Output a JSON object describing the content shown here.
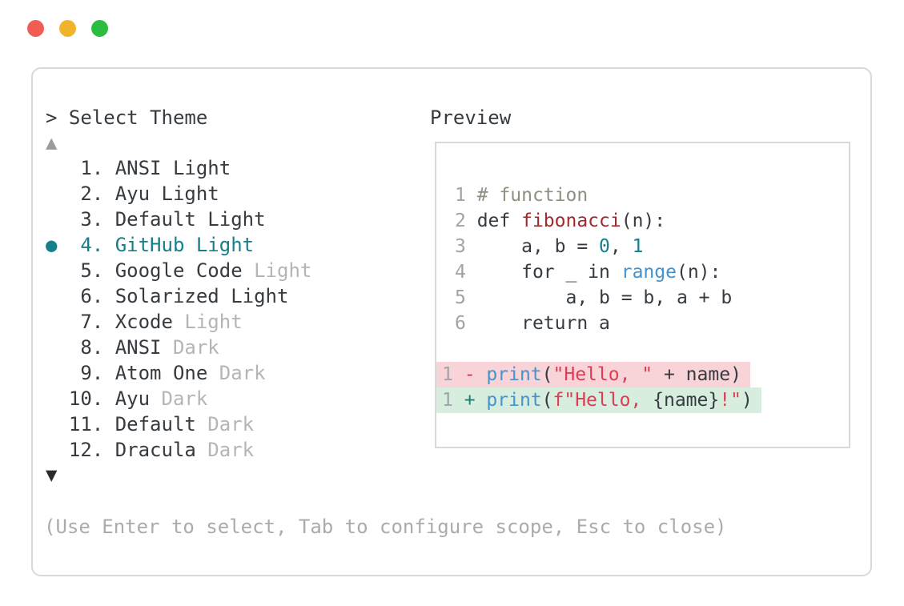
{
  "colors": {
    "text": "#363b41",
    "dimmed_variant": "#b5b5b5",
    "accent_teal": "#15808a",
    "border": "#d9d9d9",
    "hint": "#ababab",
    "line_number": "#a0a4a8",
    "comment": "#8d9080",
    "function_name": "#a3282c",
    "number_literal": "#13808b",
    "builtin_blue": "#4593cd",
    "string_red": "#dc3d55",
    "diff_minus": "#cf3a4e",
    "diff_plus": "#187f73",
    "diff_removed_bg": "#f8d3d7",
    "diff_added_bg": "#d7edde"
  },
  "window": {
    "controls": [
      {
        "name": "close",
        "color": "#f15c53"
      },
      {
        "name": "minimize",
        "color": "#f2b32c"
      },
      {
        "name": "maximize",
        "color": "#2abd3f"
      }
    ]
  },
  "theme_picker": {
    "prompt": "> Select Theme",
    "scroll_up": "▲",
    "scroll_down": "▼",
    "bullet": "●",
    "items": [
      {
        "number": "1",
        "name": "ANSI",
        "variant": "Light",
        "dimmed": false,
        "selected": false
      },
      {
        "number": "2",
        "name": "Ayu",
        "variant": "Light",
        "dimmed": false,
        "selected": false
      },
      {
        "number": "3",
        "name": "Default",
        "variant": "Light",
        "dimmed": false,
        "selected": false
      },
      {
        "number": "4",
        "name": "GitHub",
        "variant": "Light",
        "dimmed": false,
        "selected": true
      },
      {
        "number": "5",
        "name": "Google Code",
        "variant": "Light",
        "dimmed": true,
        "selected": false
      },
      {
        "number": "6",
        "name": "Solarized",
        "variant": "Light",
        "dimmed": false,
        "selected": false
      },
      {
        "number": "7",
        "name": "Xcode",
        "variant": "Light",
        "dimmed": true,
        "selected": false
      },
      {
        "number": "8",
        "name": "ANSI",
        "variant": "Dark",
        "dimmed": true,
        "selected": false
      },
      {
        "number": "9",
        "name": "Atom One",
        "variant": "Dark",
        "dimmed": true,
        "selected": false
      },
      {
        "number": "10",
        "name": "Ayu",
        "variant": "Dark",
        "dimmed": true,
        "selected": false
      },
      {
        "number": "11",
        "name": "Default",
        "variant": "Dark",
        "dimmed": true,
        "selected": false
      },
      {
        "number": "12",
        "name": "Dracula",
        "variant": "Dark",
        "dimmed": true,
        "selected": false
      }
    ],
    "hint": "(Use Enter to select, Tab to configure scope, Esc to close)"
  },
  "preview": {
    "title": "Preview",
    "lines": [
      {
        "num": "1",
        "tokens": [
          [
            "# function",
            "comment"
          ]
        ]
      },
      {
        "num": "2",
        "tokens": [
          [
            "def ",
            "plain"
          ],
          [
            "fibonacci",
            "func"
          ],
          [
            "(n):",
            "plain"
          ]
        ]
      },
      {
        "num": "3",
        "tokens": [
          [
            "    a, b = ",
            "plain"
          ],
          [
            "0",
            "num"
          ],
          [
            ", ",
            "plain"
          ],
          [
            "1",
            "num"
          ]
        ]
      },
      {
        "num": "4",
        "tokens": [
          [
            "    for _ in ",
            "plain"
          ],
          [
            "range",
            "blue"
          ],
          [
            "(n):",
            "plain"
          ]
        ]
      },
      {
        "num": "5",
        "tokens": [
          [
            "        a, b = b, a + b",
            "plain"
          ]
        ]
      },
      {
        "num": "6",
        "tokens": [
          [
            "    return a",
            "plain"
          ]
        ]
      },
      {
        "num": "",
        "tokens": []
      },
      {
        "num": "1",
        "diff": "removed",
        "tokens": [
          [
            "- ",
            "minus"
          ],
          [
            "print",
            "blue"
          ],
          [
            "(",
            "plain"
          ],
          [
            "\"Hello, \"",
            "string"
          ],
          [
            " + name)",
            "plain"
          ]
        ]
      },
      {
        "num": "1",
        "diff": "added",
        "tokens": [
          [
            "+ ",
            "plus"
          ],
          [
            "print",
            "blue"
          ],
          [
            "(",
            "plain"
          ],
          [
            "f\"Hello, ",
            "string"
          ],
          [
            "{name}",
            "plain"
          ],
          [
            "!\"",
            "string"
          ],
          [
            ")",
            "plain"
          ]
        ]
      }
    ]
  }
}
